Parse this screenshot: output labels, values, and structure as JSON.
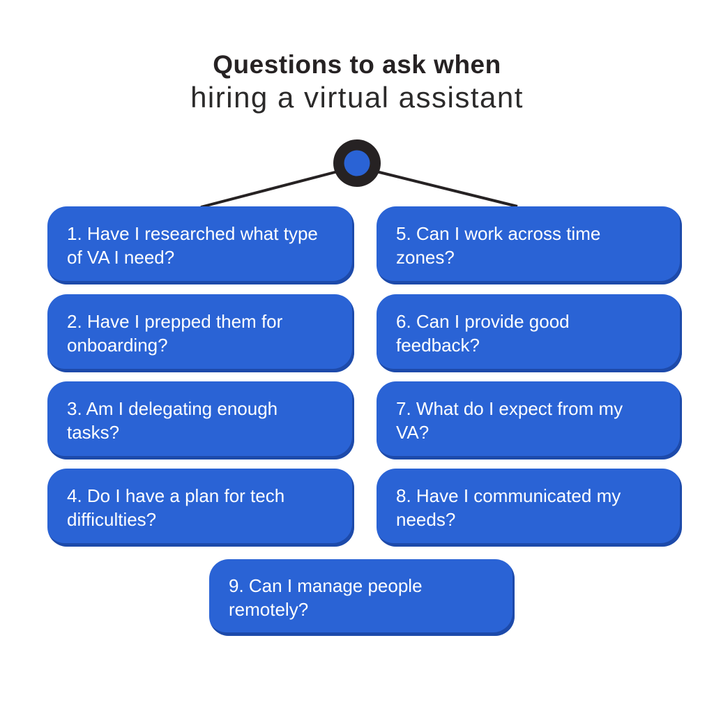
{
  "title": {
    "line1": "Questions to ask when",
    "line2": "hiring a virtual assistant"
  },
  "colors": {
    "card_blue": "#2A63D5",
    "card_shadow_blue": "#1E4FB0",
    "ink_dark": "#262223",
    "card_text": "#FFFFFF",
    "background": "#FFFFFF"
  },
  "root_node": {
    "outer_color": "#262223",
    "inner_color": "#2A63D5"
  },
  "cards": [
    {
      "id": 1,
      "lines": [
        "1. Have I researched what type",
        "of VA I need?"
      ]
    },
    {
      "id": 2,
      "lines": [
        "2. Have I prepped them for",
        "onboarding?"
      ]
    },
    {
      "id": 3,
      "lines": [
        "3. Am I delegating enough",
        "tasks?"
      ]
    },
    {
      "id": 4,
      "lines": [
        "4. Do I have a plan for tech",
        "difficulties?"
      ]
    },
    {
      "id": 5,
      "lines": [
        "5. Can I work across time",
        "zones?"
      ]
    },
    {
      "id": 6,
      "lines": [
        "6. Can I provide good",
        "feedback?"
      ]
    },
    {
      "id": 7,
      "lines": [
        "7. What do I expect from my",
        "VA?"
      ]
    },
    {
      "id": 8,
      "lines": [
        "8. Have I communicated my",
        "needs?"
      ]
    },
    {
      "id": 9,
      "lines": [
        "9. Can I manage people",
        "remotely?"
      ]
    }
  ]
}
